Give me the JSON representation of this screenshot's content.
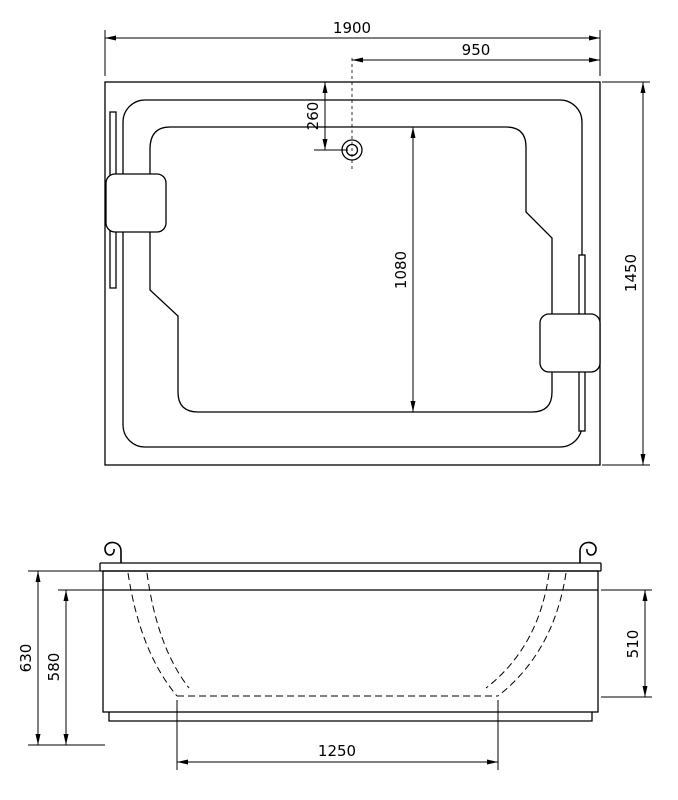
{
  "drawing": {
    "subject": "bathtub",
    "type": "dimensioned technical drawing, top view and front elevation",
    "background": "#ffffff",
    "line_color": "#000000",
    "top_view": {
      "dims": {
        "overall_width": "1900",
        "drain_to_right": "950",
        "drain_to_top": "260",
        "basin_length": "1080",
        "overall_depth": "1450"
      }
    },
    "front_view": {
      "dims": {
        "overall_height": "630",
        "body_height": "580",
        "basin_depth": "510",
        "basin_bottom_length": "1250"
      }
    }
  }
}
